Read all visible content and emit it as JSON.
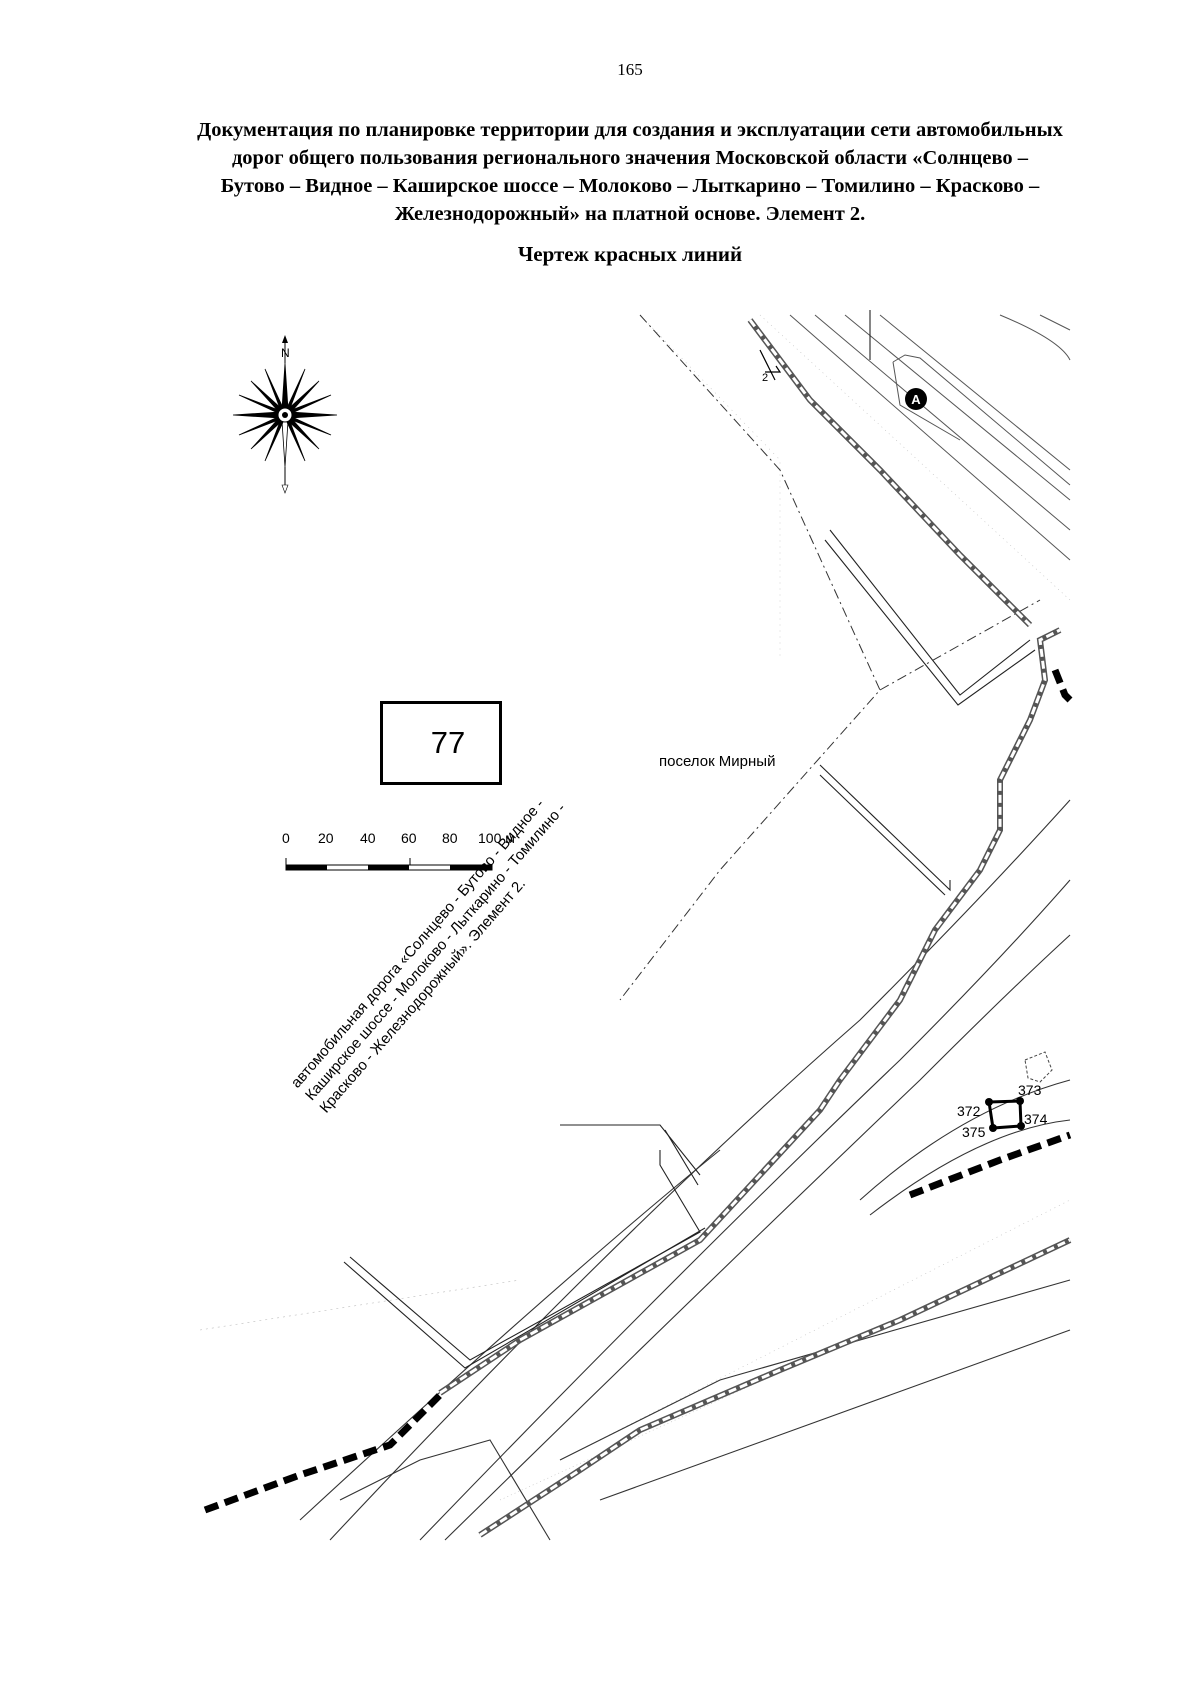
{
  "page_number": "165",
  "document_title_lines": [
    "Документация по планировке территории для создания и эксплуатации сети автомобильных",
    "дорог общего пользования регионального значения Московской области «Солнцево –",
    "Бутово – Видное – Каширское шоссе – Молоково – Лыткарино – Томилино – Красково –",
    "Железнодорожный» на платной основе. Элемент 2."
  ],
  "drawing_title": "Чертеж красных линий",
  "compass": {
    "north_label": "N"
  },
  "sheet_number": "77",
  "settlement_label": "поселок Мирный",
  "road_label_lines": [
    "автомобильная дорога «Солнцево - Бутово - Видное -",
    "Каширское шоссе - Молоково - Лыткарино - Томилино -",
    "Красково - Железнодорожный». Элемент 2."
  ],
  "scale_bar": {
    "ticks": [
      "0",
      "20",
      "40",
      "60",
      "80",
      "100 м"
    ]
  },
  "point_labels": {
    "p372": "372",
    "p373": "373",
    "p374": "374",
    "p375": "375"
  },
  "marker_label": "A",
  "section_label": "2"
}
